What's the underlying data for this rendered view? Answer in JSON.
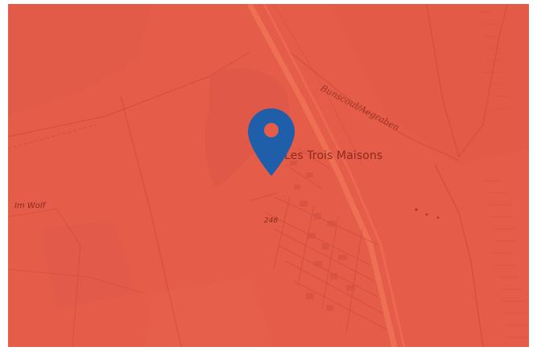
{
  "map": {
    "labels": {
      "place": "Les Trois Maisons",
      "area": "Im Wolf",
      "elevation": "248",
      "stream": "Bunscoul/Aegraben"
    },
    "marker": {
      "icon": "map-pin-icon",
      "color": "#1f5faa"
    },
    "colors": {
      "base": "#e55c48",
      "rail": "#f07255",
      "feature": "#c9473a"
    }
  }
}
